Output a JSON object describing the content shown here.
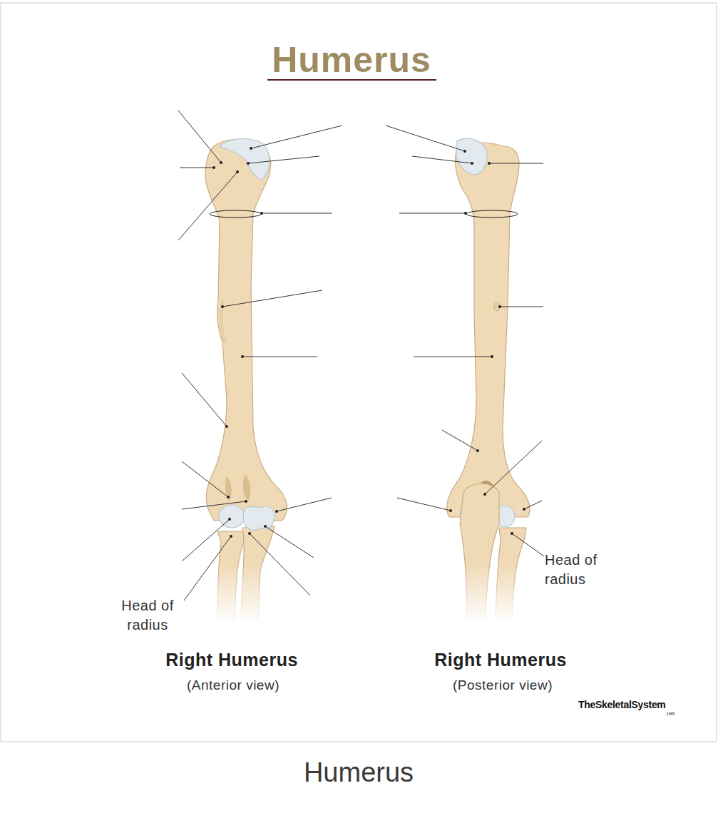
{
  "diagram": {
    "title": "Humerus",
    "caption": "Humerus",
    "labels": [
      "Head of radius",
      "Right Humerus",
      "(Anterior view)",
      "Head of radius",
      "Right Humerus",
      "(Posterior view)",
      "TheSkeletalSystem",
      ".net"
    ]
  }
}
